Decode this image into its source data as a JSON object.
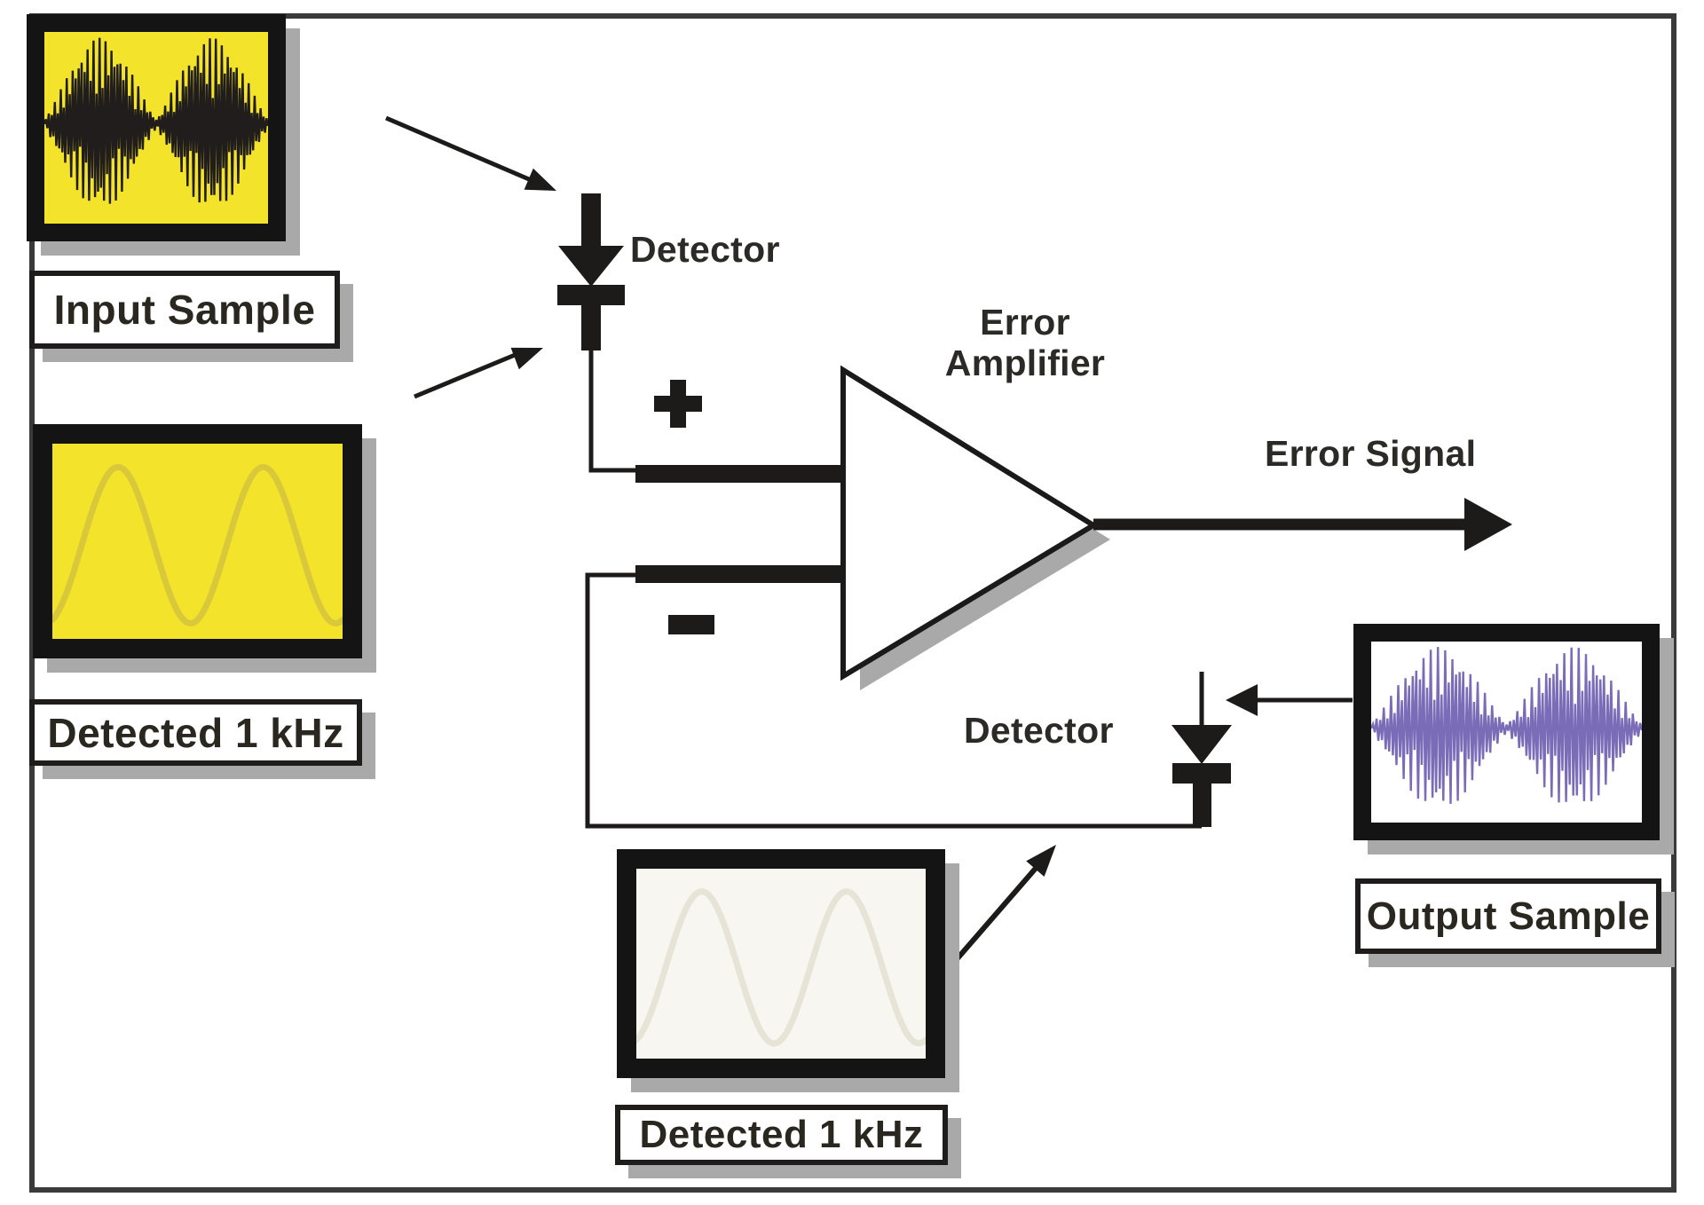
{
  "boxes": {
    "input_sample": {
      "label": "Input Sample",
      "screen_bg": "#f3e32b",
      "waveform": "am-burst",
      "wave_color": "#201d1c"
    },
    "detected_left": {
      "label": "Detected 1 kHz",
      "screen_bg": "#f3e32b",
      "waveform": "sine",
      "wave_color": "#d9c83a"
    },
    "detected_bottom": {
      "label": "Detected 1 kHz",
      "screen_bg": "#f7f6f0",
      "waveform": "sine",
      "wave_color": "#e6e4d6"
    },
    "output_sample": {
      "label": "Output Sample",
      "screen_bg": "#ffffff",
      "waveform": "am-burst",
      "wave_color": "#7b6cb8"
    }
  },
  "annotations": {
    "detector_top": "Detector",
    "detector_bottom": "Detector",
    "error_amplifier": "Error\nAmplifier",
    "error_signal": "Error Signal"
  },
  "icons": {
    "plus": "plus-sign",
    "minus": "minus-sign",
    "diode_top": "detector-diode",
    "diode_bottom": "detector-diode"
  },
  "colors": {
    "ink": "#1c1b1a",
    "frame_border": "#3a3a3a",
    "shadow": "#a9a9a9",
    "text": "#29271f",
    "opamp_fill": "#ffffff"
  }
}
